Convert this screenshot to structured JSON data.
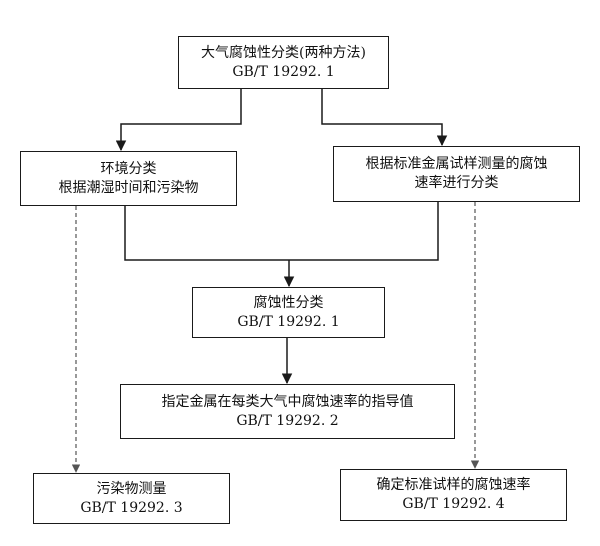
{
  "boxes": {
    "top": {
      "line1": "大气腐蚀性分类(两种方法)",
      "line2": "GB/T 19292. 1"
    },
    "env": {
      "line1": "环境分类",
      "line2": "根据潮湿时间和污染物"
    },
    "rate": {
      "line1": "根据标准金属试样测量的腐蚀",
      "line2": "速率进行分类"
    },
    "cat": {
      "line1": "腐蚀性分类",
      "line2": "GB/T 19292. 1"
    },
    "guide": {
      "line1": "指定金属在每类大气中腐蚀速率的指导值",
      "line2": "GB/T 19292. 2"
    },
    "poll": {
      "line1": "污染物测量",
      "line2": "GB/T 19292. 3"
    },
    "std": {
      "line1": "确定标准试样的腐蚀速率",
      "line2": "GB/T 19292. 4"
    }
  },
  "colors": {
    "line": "#1a1a1a",
    "dashed": "#555555"
  }
}
